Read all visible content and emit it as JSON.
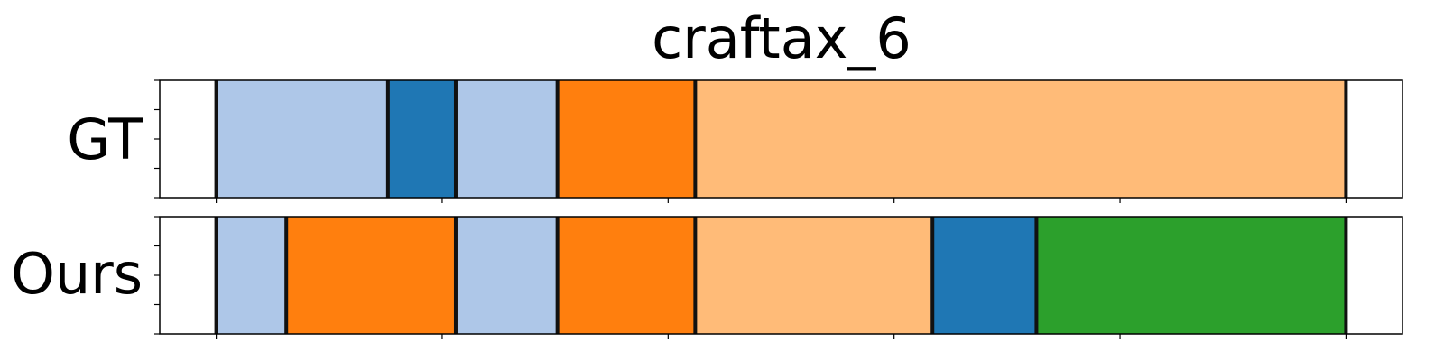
{
  "chart_data": {
    "type": "bar",
    "orientation": "horizontal-segmented",
    "title": "craftax_6",
    "x_range": [
      -50,
      1050
    ],
    "x_ticks": [
      0,
      200,
      400,
      600,
      800,
      1000
    ],
    "tick_labels_visible": false,
    "grid": false,
    "rows": [
      {
        "name": "GT",
        "segments": [
          {
            "start": 0,
            "end": 152,
            "color": "#aec7e8"
          },
          {
            "start": 152,
            "end": 212,
            "color": "#1f77b4"
          },
          {
            "start": 212,
            "end": 302,
            "color": "#aec7e8"
          },
          {
            "start": 302,
            "end": 424,
            "color": "#ff7f0e"
          },
          {
            "start": 424,
            "end": 1000,
            "color": "#ffbb78"
          }
        ]
      },
      {
        "name": "Ours",
        "segments": [
          {
            "start": 0,
            "end": 62,
            "color": "#aec7e8"
          },
          {
            "start": 62,
            "end": 212,
            "color": "#ff7f0e"
          },
          {
            "start": 212,
            "end": 302,
            "color": "#aec7e8"
          },
          {
            "start": 302,
            "end": 424,
            "color": "#ff7f0e"
          },
          {
            "start": 424,
            "end": 634,
            "color": "#ffbb78"
          },
          {
            "start": 634,
            "end": 726,
            "color": "#1f77b4"
          },
          {
            "start": 726,
            "end": 1000,
            "color": "#2ca02c"
          }
        ]
      }
    ]
  }
}
